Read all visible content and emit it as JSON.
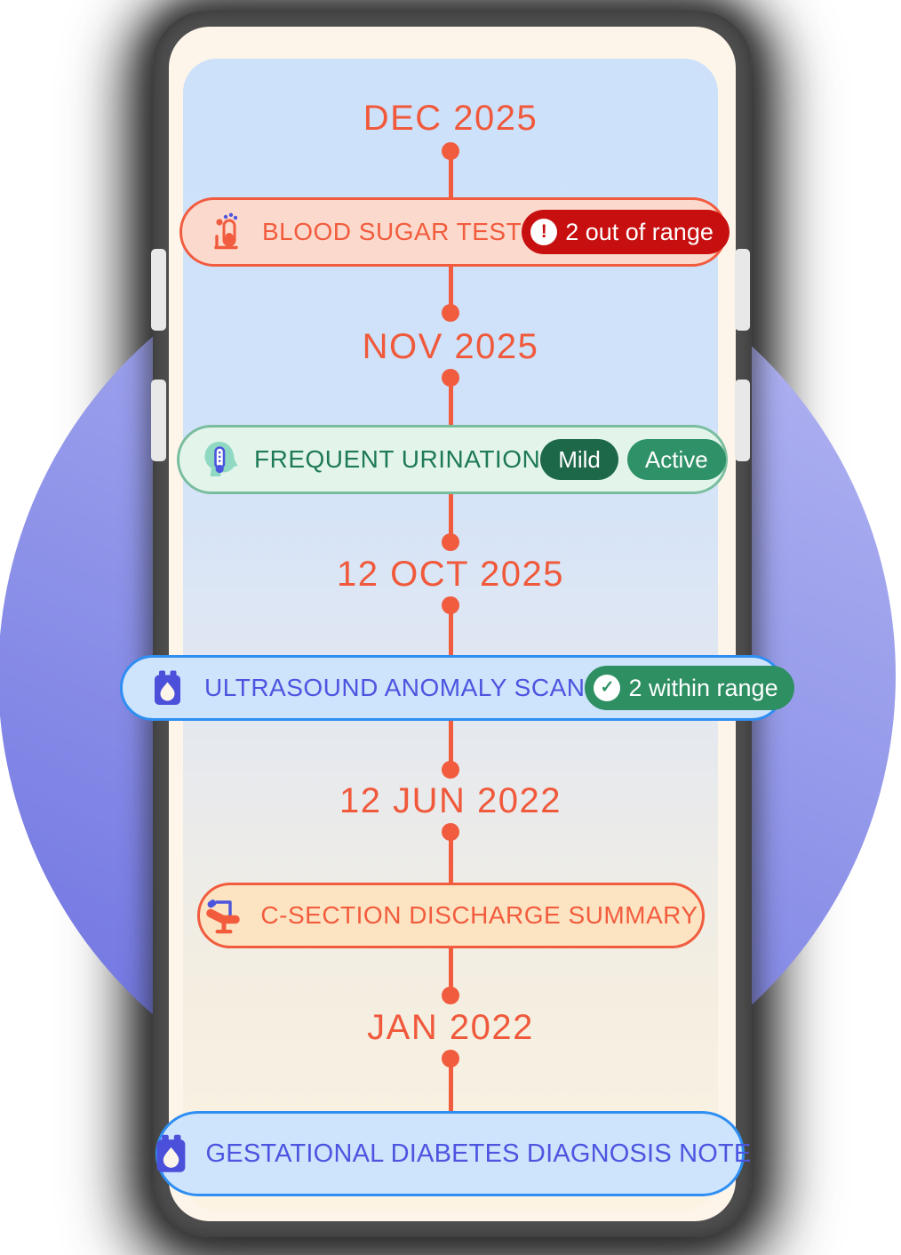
{
  "colors": {
    "accent_orange": "#f15b3e",
    "date_text": "#f0593b",
    "circle_purple_light": "#b6b8f2",
    "circle_purple_dark": "#6b6fe0",
    "phone_frame": "#4e4e4e",
    "phone_screen": "#fdf5e9",
    "alert_red": "#c80f10",
    "severity_badge_green": "#1d6849",
    "active_badge_green": "#2f9168",
    "success_badge_green": "#2d8f62",
    "blue_pill_border": "#2f8ef2",
    "blue_pill_bg": "#cde4fc",
    "indigo_text": "#4d55e0",
    "green_pill_text": "#1e7a56",
    "peach_pill_bg": "#fce4c3",
    "pink_pill_bg": "#fbd9cc",
    "green_pill_bg": "#e3f5eb"
  },
  "timeline": {
    "entries": [
      {
        "date": "DEC 2025",
        "label": "BLOOD SUGAR TEST",
        "icon": "test-tube-icon",
        "badges": [
          {
            "glyph": "!",
            "text": "2 out of range"
          }
        ]
      },
      {
        "date": "NOV 2025",
        "label": "FREQUENT URINATION",
        "icon": "head-thermometer-icon",
        "badges": [
          {
            "text": "Mild"
          },
          {
            "text": "Active"
          }
        ]
      },
      {
        "date": "12 OCT 2025",
        "label": "ULTRASOUND ANOMALY SCAN",
        "icon": "blood-bag-icon",
        "badges": [
          {
            "glyph": "✓",
            "text": "2 within range"
          }
        ]
      },
      {
        "date": "12 JUN 2022",
        "label": "C-SECTION DISCHARGE SUMMARY",
        "icon": "hospital-chair-icon",
        "badges": []
      },
      {
        "date": "JAN 2022",
        "label": "GESTATIONAL DIABETES DIAGNOSIS NOTE",
        "icon": "blood-bag-icon",
        "badges": []
      }
    ]
  }
}
